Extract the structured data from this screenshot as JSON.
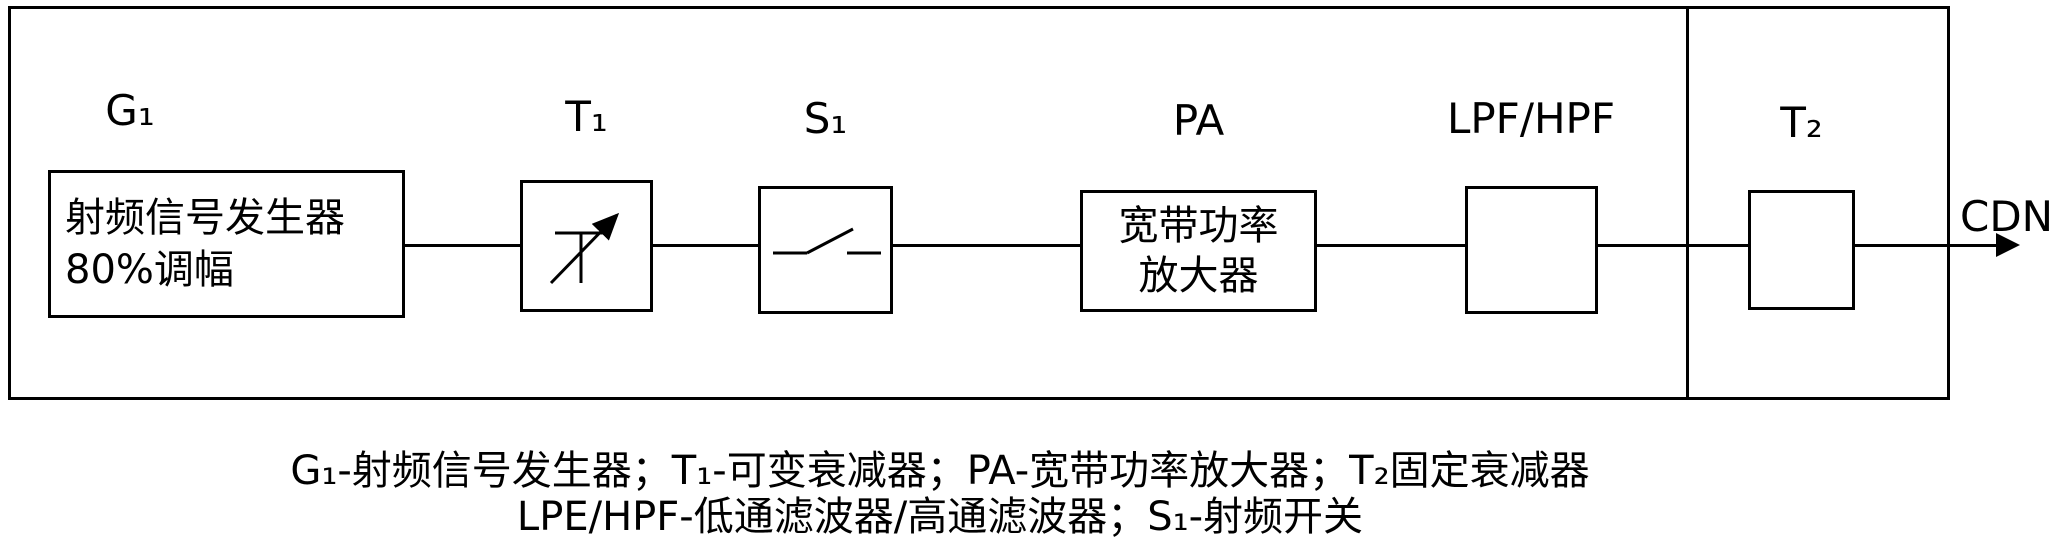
{
  "diagram": {
    "blocks": {
      "g1": {
        "label": "G₁",
        "text_line1": "射频信号发生器",
        "text_line2": "80%调幅"
      },
      "t1": {
        "label": "T₁",
        "icon": "variable-attenuator-icon"
      },
      "s1": {
        "label": "S₁",
        "icon": "rf-switch-icon"
      },
      "pa": {
        "label": "PA",
        "text_line1": "宽带功率",
        "text_line2": "放大器"
      },
      "lpf_hpf": {
        "label": "LPF/HPF"
      },
      "t2": {
        "label": "T₂"
      }
    },
    "output": {
      "label": "CDN",
      "icon": "arrow-right-icon"
    },
    "caption": {
      "line1": "G₁-射频信号发生器；T₁-可变衰减器；PA-宽带功率放大器；T₂固定衰减器",
      "line2": "LPE/HPF-低通滤波器/高通滤波器；S₁-射频开关"
    },
    "colors": {
      "line": "#000000",
      "background": "#ffffff"
    }
  }
}
